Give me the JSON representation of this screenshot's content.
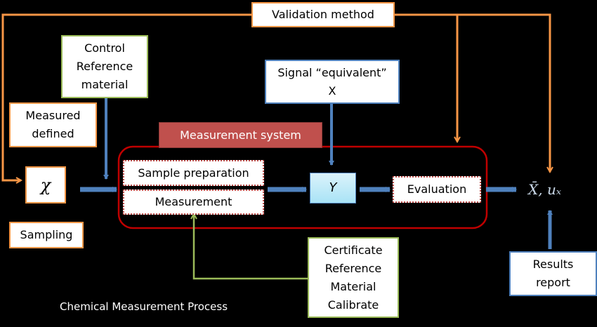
{
  "validation_method": "Validation method",
  "control_reference": [
    "Control",
    "Reference",
    "material"
  ],
  "signal_equivalent": [
    "Signal “equivalent”",
    "X"
  ],
  "measured_defined": [
    "Measured",
    "defined"
  ],
  "measurement_system": "Measurement system",
  "chi_symbol": "χ",
  "sample_preparation": "Sample preparation",
  "measurement": "Measurement",
  "y_symbol": "Y",
  "evaluation": "Evaluation",
  "result_symbol": "X̄, uₓ",
  "sampling": "Sampling",
  "certificate_reference": [
    "Certificate",
    "Reference",
    "Material",
    "Calibrate"
  ],
  "results_report": [
    "Results",
    "report"
  ],
  "caption": "Chemical Measurement Process",
  "colors": {
    "orange": "#f79646",
    "green": "#9bbb59",
    "blue": "#4f81bd",
    "red": "#c00000",
    "red_title": "#c0504d"
  }
}
